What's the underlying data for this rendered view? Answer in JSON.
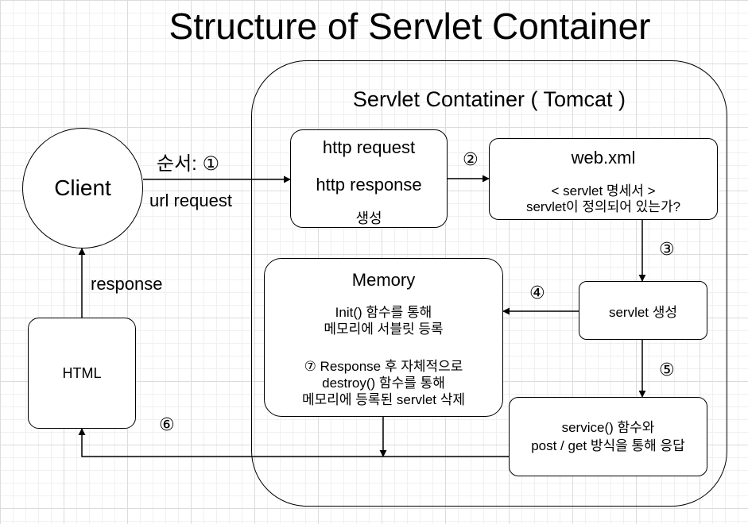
{
  "title": "Structure of Servlet Container",
  "container": {
    "title": "Servlet Contatiner ( Tomcat )"
  },
  "client": {
    "label": "Client"
  },
  "html_box": {
    "label": "HTML"
  },
  "http_box": {
    "line1": "http request",
    "line2": "http response",
    "line3": "생성"
  },
  "webxml_box": {
    "title": "web.xml",
    "line1": "< servlet 명세서 >",
    "line2": "servlet이 정의되어 있는가?"
  },
  "memory_box": {
    "title": "Memory",
    "line1": "Init() 함수를 통해",
    "line2": "메모리에 서블릿 등록",
    "line3": "⑦ Response 후 자체적으로",
    "line4": "destroy() 함수를 통해",
    "line5": "메모리에 등록된 servlet 삭제"
  },
  "servlet_box": {
    "label": "servlet 생성"
  },
  "service_box": {
    "line1": "service() 함수와",
    "line2": "post / get 방식을 통해 응답"
  },
  "labels": {
    "order": "순서: ①",
    "url_request": "url request",
    "response": "response",
    "step2": "②",
    "step3": "③",
    "step4": "④",
    "step5": "⑤",
    "step6": "⑥"
  },
  "colors": {
    "stroke": "#000000",
    "background": "#ffffff",
    "grid": "#dcdcdc"
  }
}
